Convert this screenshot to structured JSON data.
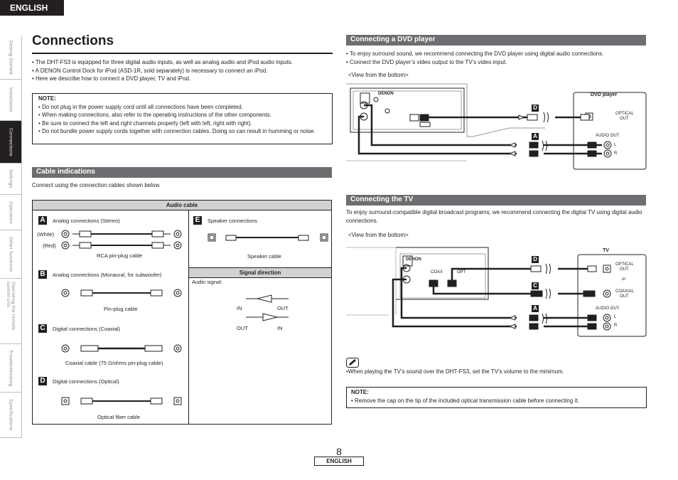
{
  "header": {
    "language": "ENGLISH"
  },
  "sidebar": {
    "tabs": [
      {
        "label": "Getting Started",
        "active": false
      },
      {
        "label": "Installation",
        "active": false
      },
      {
        "label": "Connections",
        "active": true
      },
      {
        "label": "Settings",
        "active": false
      },
      {
        "label": "Operation",
        "active": false
      },
      {
        "label": "Other functions",
        "active": false
      },
      {
        "label": "Operating the remote control unit",
        "active": false
      },
      {
        "label": "Troubleshooting",
        "active": false
      },
      {
        "label": "Specifications",
        "active": false
      }
    ]
  },
  "page": {
    "title": "Connections",
    "number": "8",
    "footer_lang": "ENGLISH"
  },
  "intro": [
    "The DHT-FS3 is equipped for three digital audio inputs, as well as analog audio and iPod audio inputs.",
    "A DENON Control Dock for iPod (ASD-1R, sold separately) is necessary to connect an iPod.",
    "Here we describe how to connect a DVD player, TV and iPod."
  ],
  "note1": {
    "title": "NOTE:",
    "items": [
      "Do not plug in the power supply cord until all connections have been completed.",
      "When making connections, also refer to the operating instructions of the other components.",
      "Be sure to connect the left and right channels properly (left with left, right with right).",
      "Do not bundle power supply cords together with connection cables. Doing so can result in humming or noise."
    ]
  },
  "cable": {
    "heading": "Cable indications",
    "intro": "Connect using the connection cables shown below.",
    "table_header": "Audio cable",
    "A": {
      "letter": "A",
      "title": "Analog connections (Stereo)",
      "white": "(White)",
      "red": "(Red)",
      "caption": "RCA pin-plug cable"
    },
    "B": {
      "letter": "B",
      "title": "Analog connections (Monaural, for subwoofer)",
      "caption": "Pin-plug cable"
    },
    "C": {
      "letter": "C",
      "title": "Digital connections (Coaxial)",
      "caption": "Coaxial cable (75 Ω/ohms pin-plug cable)"
    },
    "D": {
      "letter": "D",
      "title": "Digital connections (Optical)",
      "caption": "Optical fiber cable"
    },
    "E": {
      "letter": "E",
      "title": "Speaker connections",
      "caption": "Speaker cable"
    },
    "signal": {
      "header": "Signal direction",
      "label": "Audio signal:",
      "in1": "IN",
      "out1": "OUT",
      "out2": "OUT",
      "in2": "IN"
    }
  },
  "dvd": {
    "heading": "Connecting a DVD player",
    "bullets": [
      "To enjoy surround sound, we recommend connecting the DVD player using digital audio connections.",
      "Connect the DVD player’s video output to the TV’s video input."
    ],
    "view": "<View from the bottom>",
    "device": "DVD player",
    "optical": "OPTICAL",
    "out": "OUT",
    "audio_out": "AUDIO OUT",
    "l": "L",
    "r": "R",
    "letter_d": "D",
    "letter_a": "A",
    "panel_brand": "DENON"
  },
  "tv": {
    "heading": "Connecting the TV",
    "text": "To enjoy surround-compatible digital broadcast programs, we recommend connecting the digital TV using digital audio connections.",
    "view": "<View from the bottom>",
    "device": "TV",
    "optical": "OPTICAL",
    "out": "OUT",
    "or": "or",
    "coaxial": "COAXIAL",
    "audio_out": "AUDIO OUT",
    "l": "L",
    "r": "R",
    "letter_d": "D",
    "letter_c": "C",
    "letter_a": "A",
    "panel_brand": "DENON",
    "panel_coax": "COAX",
    "panel_opt": "OPT",
    "tip": "When playing the TV’s sound over the DHT-FS3, set the TV’s volume to the minimum."
  },
  "note2": {
    "title": "NOTE:",
    "text": "Remove the cap on the tip of the included optical transmission cable before connecting it."
  }
}
